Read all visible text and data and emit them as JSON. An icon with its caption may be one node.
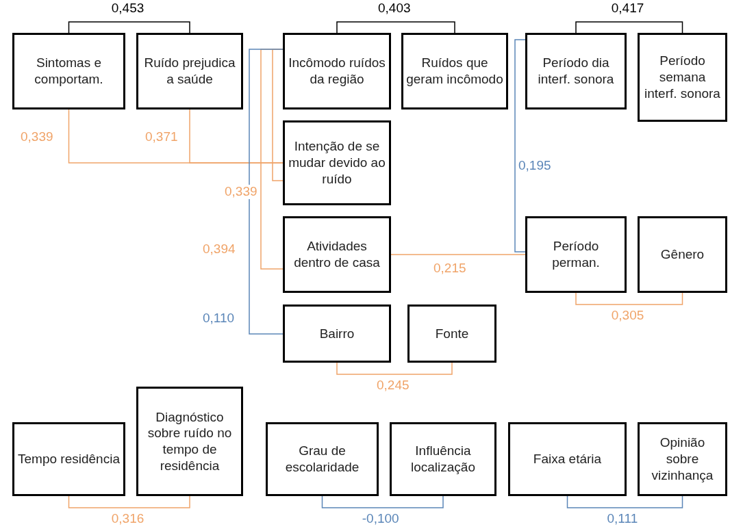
{
  "diagram": {
    "nodes": [
      {
        "text": [
          "Sintomas e comportam."
        ]
      },
      {
        "text": [
          "Ruído prejudica a saúde"
        ]
      },
      {
        "text": [
          "Incômodo ruídos da região"
        ]
      },
      {
        "text": [
          "Ruídos que geram incômodo"
        ]
      },
      {
        "text": [
          "Período dia interf. sonora"
        ]
      },
      {
        "text": [
          "Período semana interf. sonora"
        ]
      },
      {
        "text": [
          "Intenção de se mudar devido ao ruído"
        ]
      },
      {
        "text": [
          "Atividades dentro de casa"
        ]
      },
      {
        "text": [
          "Período perman."
        ]
      },
      {
        "text": [
          "Gênero"
        ]
      },
      {
        "text": [
          "Bairro"
        ]
      },
      {
        "text": [
          "Fonte"
        ]
      },
      {
        "text": [
          "Tempo residência"
        ]
      },
      {
        "text": [
          "Diagnóstico sobre ruído no tempo de residência"
        ]
      },
      {
        "text": [
          "Grau de escolaridade"
        ]
      },
      {
        "text": [
          "Influência localização"
        ]
      },
      {
        "text": [
          "Faixa etária"
        ]
      },
      {
        "text": [
          "Opinião sobre vizinhança"
        ]
      }
    ],
    "edges": [
      {
        "from": 0,
        "to": 1,
        "arrow": "none",
        "label": "0,453",
        "color": "#000000"
      },
      {
        "from": 2,
        "to": 3,
        "arrow": "none",
        "label": "0,403",
        "color": "#000000"
      },
      {
        "from": 4,
        "to": 5,
        "arrow": "none",
        "label": "0,417",
        "color": "#000000"
      },
      {
        "from": 0,
        "to": 6,
        "arrow": "none",
        "label": "0,339"
      },
      {
        "from": 1,
        "to": 6,
        "arrow": "none",
        "label": "0,371"
      },
      {
        "from": 2,
        "to": 6,
        "arrow": "none",
        "label": "0,339"
      },
      {
        "from": 2,
        "to": 7,
        "arrow": "none",
        "label": "0,394"
      },
      {
        "from": 2,
        "to": 10,
        "arrow": "none",
        "label": "0,110",
        "color": "#5b86b8"
      },
      {
        "from": 4,
        "to": 8,
        "arrow": "none",
        "label": "0,195",
        "color": "#5b86b8"
      },
      {
        "from": 7,
        "to": 8,
        "arrow": "none",
        "label": "0,215"
      },
      {
        "from": 8,
        "to": 9,
        "arrow": "none",
        "label": "0,305"
      },
      {
        "from": 10,
        "to": 11,
        "arrow": "none",
        "label": "0,245"
      },
      {
        "from": 12,
        "to": 13,
        "arrow": "none",
        "label": "0,316"
      },
      {
        "from": 14,
        "to": 15,
        "arrow": "none",
        "label": "-0,100",
        "color": "#5b86b8"
      },
      {
        "from": 16,
        "to": 17,
        "arrow": "none",
        "label": "0,111",
        "color": "#5b86b8"
      }
    ]
  }
}
